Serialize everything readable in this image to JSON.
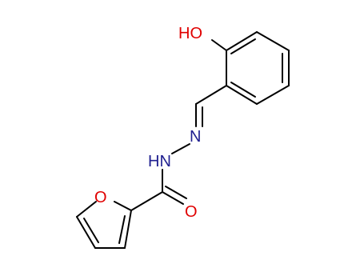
{
  "molecule": {
    "atoms": [
      {
        "id": "hydroxyl",
        "label": "HO",
        "color": "#e00000"
      },
      {
        "id": "imine-n",
        "label": "N",
        "color": "#202090"
      },
      {
        "id": "amide-nh",
        "label": "HN",
        "color": "#202090"
      },
      {
        "id": "carbonyl-o",
        "label": "O",
        "color": "#e00000"
      },
      {
        "id": "furan-o",
        "label": "O",
        "color": "#e00000"
      }
    ],
    "bond_color": "#000000"
  }
}
